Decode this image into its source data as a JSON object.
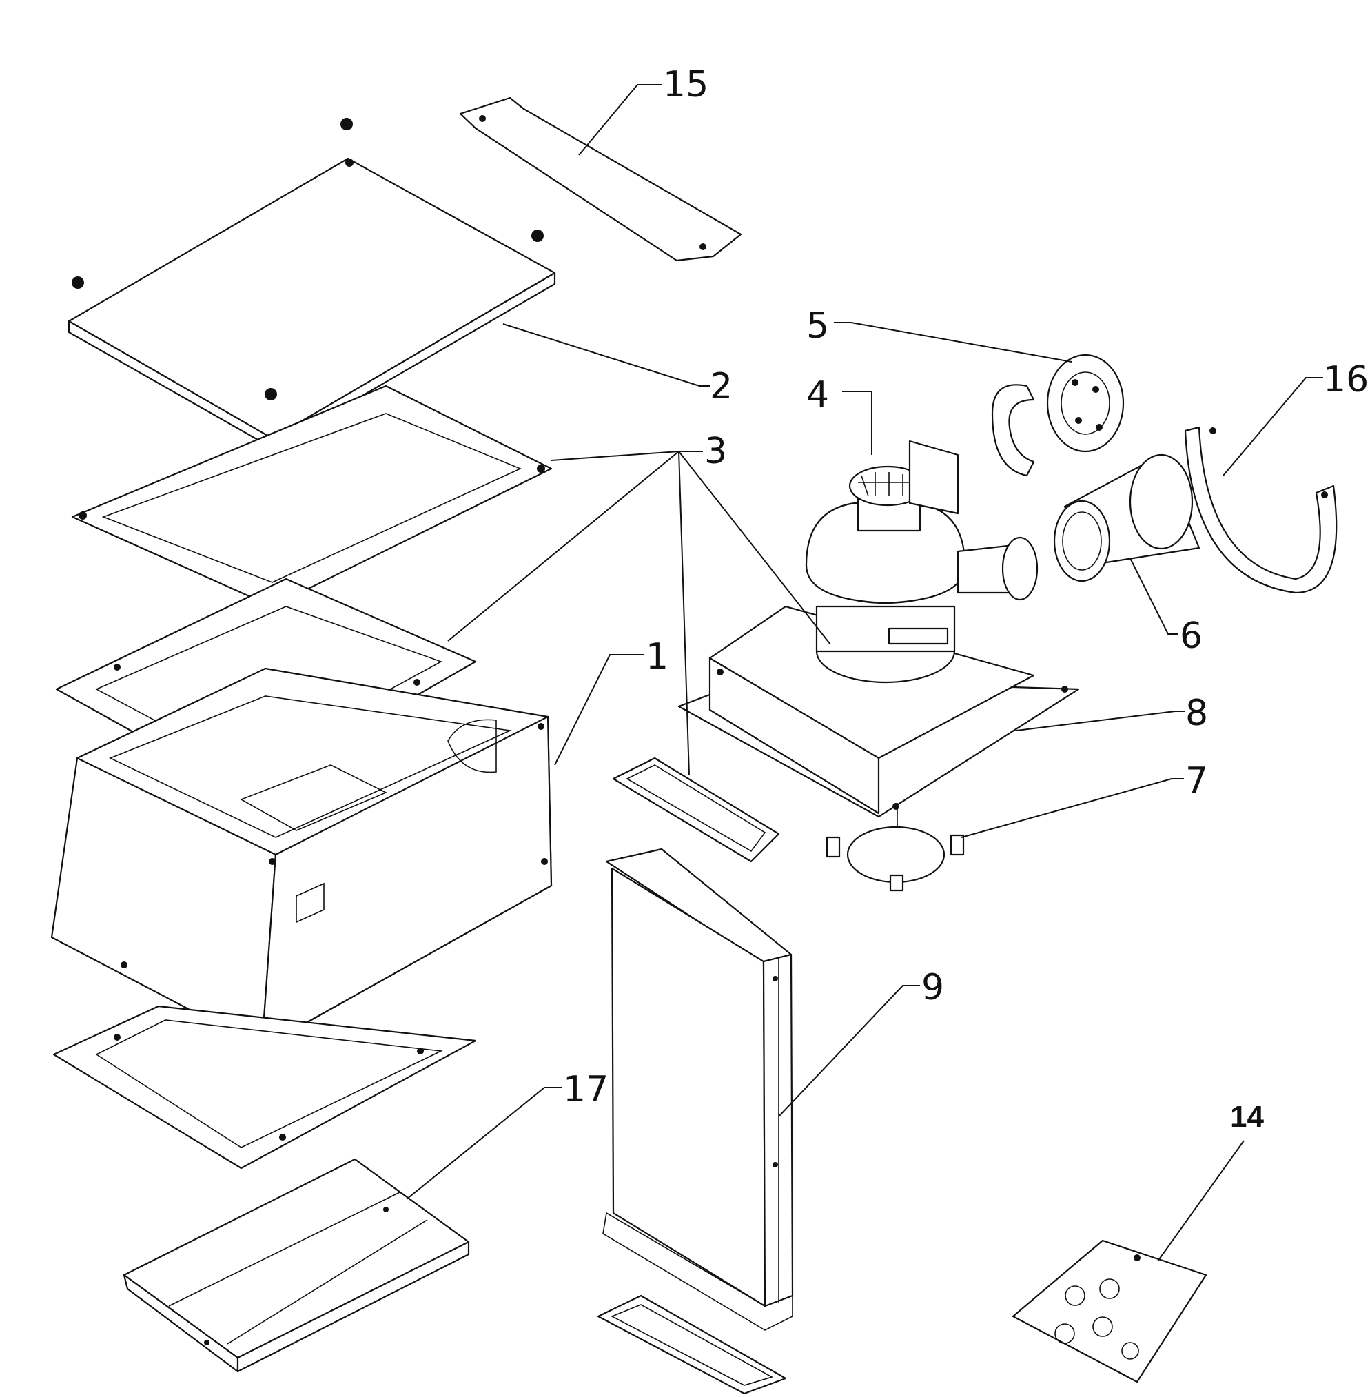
{
  "diagram": {
    "callouts": [
      {
        "id": "c1",
        "label": "1"
      },
      {
        "id": "c2",
        "label": "2"
      },
      {
        "id": "c3",
        "label": "3"
      },
      {
        "id": "c4",
        "label": "4"
      },
      {
        "id": "c5",
        "label": "5"
      },
      {
        "id": "c6",
        "label": "6"
      },
      {
        "id": "c7",
        "label": "7"
      },
      {
        "id": "c8",
        "label": "8"
      },
      {
        "id": "c9",
        "label": "9"
      },
      {
        "id": "c14",
        "label": "14"
      },
      {
        "id": "c15",
        "label": "15"
      },
      {
        "id": "c16",
        "label": "16"
      },
      {
        "id": "c17",
        "label": "17"
      }
    ]
  }
}
